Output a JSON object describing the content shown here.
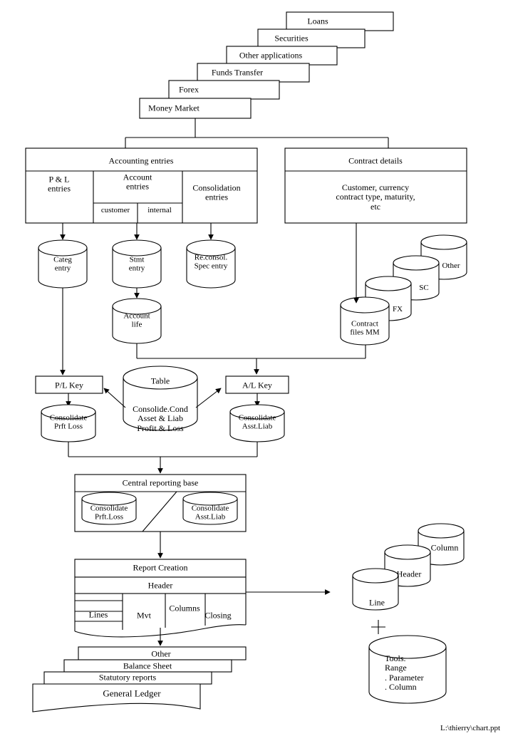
{
  "diagram": {
    "title": "Banking accounting / reporting data flow chart",
    "footer_path": "L:\\thierry\\chart.ppt",
    "stroke_color": "#000000",
    "fill_color": "#ffffff"
  },
  "applications_stack": {
    "name": "Source applications cascade",
    "items": [
      {
        "label": "Loans"
      },
      {
        "label": "Securities"
      },
      {
        "label": "Other applications"
      },
      {
        "label": "Funds Transfer"
      },
      {
        "label": "Forex"
      },
      {
        "label": "Money Market"
      }
    ]
  },
  "accounting_entries": {
    "header": "Accounting entries",
    "columns": [
      {
        "label": "P & L\nentries"
      },
      {
        "label": "Account\nentries",
        "sub": [
          {
            "label": "customer"
          },
          {
            "label": "internal"
          }
        ]
      },
      {
        "label": "Consolidation\nentries"
      }
    ]
  },
  "contract_details": {
    "header": "Contract details",
    "body": "Customer, currency\ncontract type, maturity,\netc"
  },
  "entry_stores": [
    {
      "label": "Categ\nentry"
    },
    {
      "label": "Stmt\nentry"
    },
    {
      "label": "Re.consol.\nSpec entry"
    },
    {
      "label": "Account\nlife"
    }
  ],
  "contract_files": {
    "front": "Contract\nfiles MM",
    "stack": [
      {
        "label": "FX"
      },
      {
        "label": "SC"
      },
      {
        "label": "Other"
      }
    ]
  },
  "keys": {
    "pl_key": "P/L Key",
    "al_key": "A/L Key",
    "pl_store": "Consolidate\nPrft Loss",
    "al_store": "Consolidate\nAsst.Liab"
  },
  "table_store": {
    "title": "Table",
    "body": "Consolide.Cond\nAsset & Liab\nProfit & Loss"
  },
  "central_base": {
    "header": "Central reporting base",
    "stores": [
      {
        "label": "Consolidate\nPrft.Loss"
      },
      {
        "label": "Consolidate\nAsst.Liab"
      }
    ]
  },
  "report_creation": {
    "header": "Report Creation",
    "sub_header": "Header",
    "lines_label": "Lines",
    "columns_label": "Columns",
    "mvt_label": "Mvt",
    "closing_label": "Closing"
  },
  "report_outputs": {
    "items": [
      {
        "label": "Other"
      },
      {
        "label": "Balance Sheet"
      },
      {
        "label": "Statutory reports"
      },
      {
        "label": "General Ledger"
      }
    ]
  },
  "report_objects": {
    "stack": [
      {
        "label": "Column"
      },
      {
        "label": "Header"
      },
      {
        "label": "Line"
      }
    ],
    "plus_sign": "+",
    "tools_store": "Tools.\nRange\n. Parameter\n. Column"
  }
}
